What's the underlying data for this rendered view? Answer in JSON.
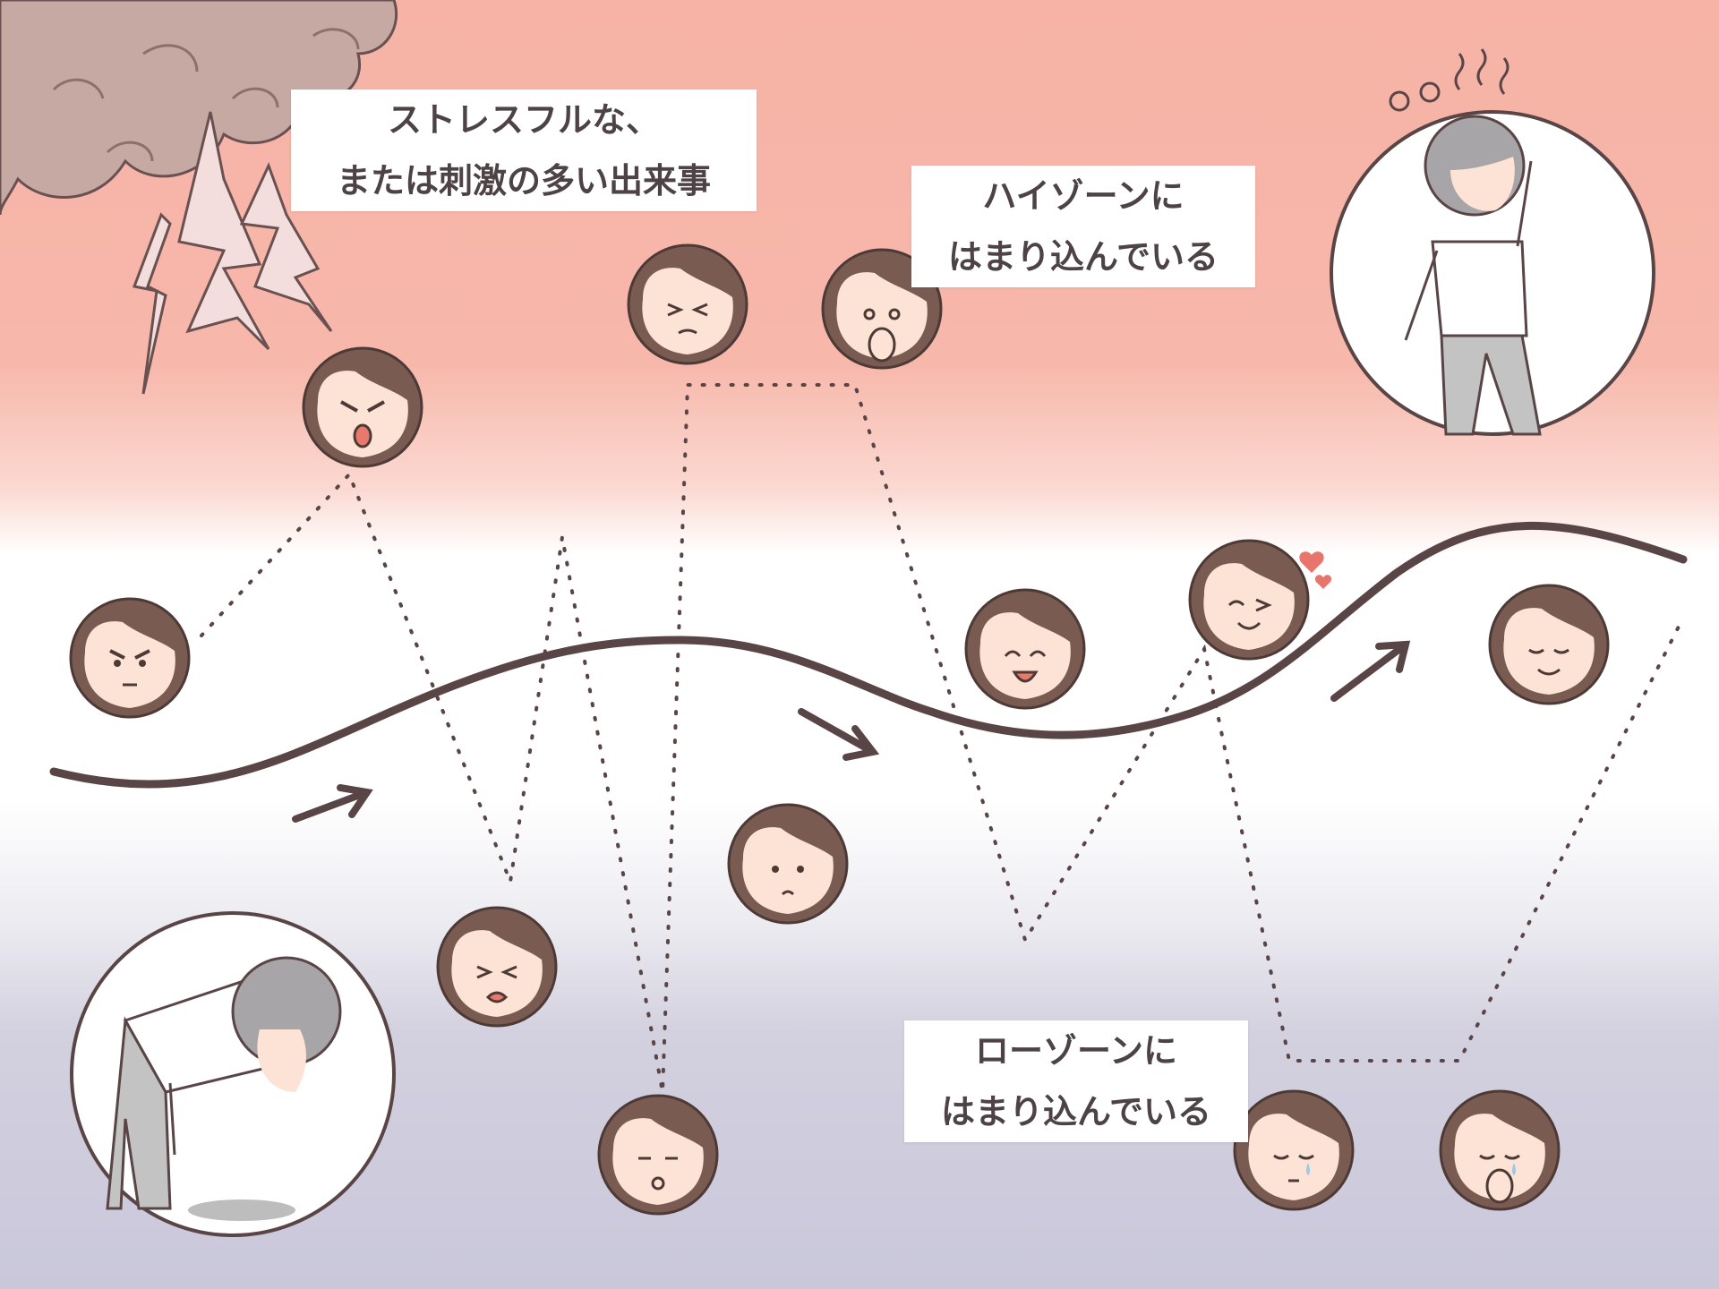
{
  "labels": {
    "stress_line1": "ストレスフルな、",
    "stress_line2": "または刺激の多い出来事",
    "high_line1": "ハイゾーンに",
    "high_line2": "はまり込んでいる",
    "low_line1": "ローゾーンに",
    "low_line2": "はまり込んでいる"
  },
  "faces": [
    {
      "expression": "angry"
    },
    {
      "expression": "shouting"
    },
    {
      "expression": "crying"
    },
    {
      "expression": "squinting-stressed"
    },
    {
      "expression": "worried-dizzy"
    },
    {
      "expression": "sad"
    },
    {
      "expression": "sighing"
    },
    {
      "expression": "laughing"
    },
    {
      "expression": "happy-wink"
    },
    {
      "expression": "calm"
    },
    {
      "expression": "tearful-eyes-closed"
    },
    {
      "expression": "tearful-hand-on-mouth"
    }
  ],
  "colors": {
    "top_zone": "#f6b3a6",
    "bottom_zone": "#c9c7da",
    "line": "#5a4546",
    "hair": "#7a5b52",
    "skin": "#fde3d6"
  },
  "icons": [
    "storm-cloud-icon",
    "lightning-icon",
    "exhausted-person-icon",
    "dizzy-person-icon",
    "arrow-icon",
    "heart-icon"
  ]
}
